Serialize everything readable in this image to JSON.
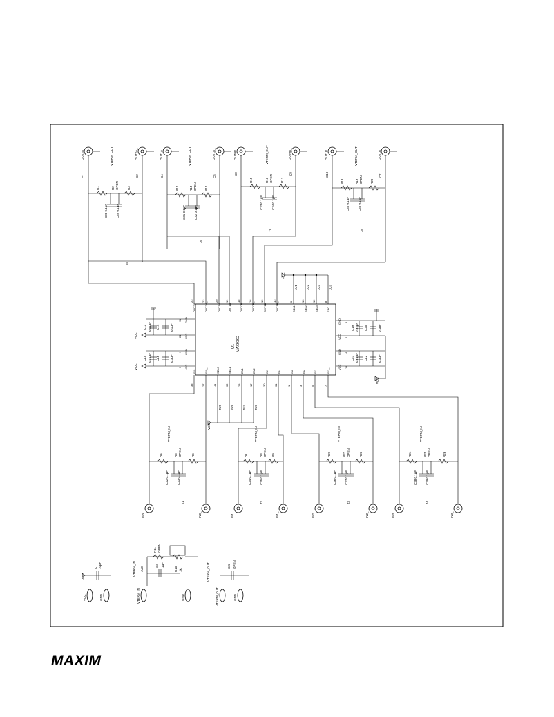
{
  "brand": {
    "logo_text": "MAXIM"
  },
  "ic": {
    "ref": "U1",
    "part": "MAX9392",
    "pins_top": [
      {
        "num": "23",
        "name": "OUT2A"
      },
      {
        "num": "22",
        "name": "OUT2A_"
      },
      {
        "num": "20",
        "name": "OUT1A"
      },
      {
        "num": "19",
        "name": "OUT1A_"
      },
      {
        "num": "18",
        "name": "OUT0B"
      },
      {
        "num": "16",
        "name": "OUT0B_"
      },
      {
        "num": "15",
        "name": "OUT1B"
      },
      {
        "num": "13",
        "name": "OUT1B_"
      },
      {
        "num": "9",
        "name": "SEL1"
      },
      {
        "num": "10",
        "name": "SEL2"
      },
      {
        "num": "12",
        "name": "SEL3"
      },
      {
        "num": "8",
        "name": "EN0"
      }
    ],
    "pins_bottom": [
      {
        "num": "33",
        "name": "IN0"
      },
      {
        "num": "27",
        "name": "IN0_"
      },
      {
        "num": "44",
        "name": "SEL0"
      },
      {
        "num": "32",
        "name": "SEL1"
      },
      {
        "num": "28",
        "name": "EN1"
      },
      {
        "num": "17",
        "name": "EN2"
      },
      {
        "num": "30",
        "name": "IN1"
      },
      {
        "num": "31",
        "name": "IN1_"
      },
      {
        "num": "1",
        "name": "IN2"
      },
      {
        "num": "3",
        "name": "IN2_"
      },
      {
        "num": "5",
        "name": "IN3"
      },
      {
        "num": "7",
        "name": "IN3_"
      }
    ],
    "pins_left": [
      {
        "num": "11",
        "name": "GND"
      },
      {
        "num": "21",
        "name": "VCC"
      },
      {
        "num": "1",
        "name": "GND"
      },
      {
        "num": "9",
        "name": "VCC"
      }
    ],
    "pins_right": [
      {
        "num": "6",
        "name": "GND"
      },
      {
        "num": "2",
        "name": "VCC"
      },
      {
        "num": "4",
        "name": "GND"
      },
      {
        "num": "14",
        "name": "VCC"
      }
    ]
  },
  "power": {
    "vcc": "VCC",
    "gnd": "GND"
  },
  "outputs": [
    {
      "conn_a": "OUT2A",
      "conn_b": "OUT2A_",
      "cap_a": "C1",
      "cap_b": "C2",
      "cap_val": "0.1µF",
      "net": "VTERM_OUT",
      "r_a": "R1",
      "r_b": "R2",
      "r_c": "R3",
      "r_val": "OPEN",
      "cc": "C38 0.1µF",
      "cd": "C39 0.1µF",
      "jumper": "J5"
    },
    {
      "conn_a": "OUT1A",
      "conn_b": "OUT1A_",
      "cap_a": "C4",
      "cap_b": "C5",
      "cap_val": "0.1µF",
      "net": "VTERM_OUT",
      "r_a": "R12",
      "r_b": "R13",
      "r_c": "R14",
      "r_val": "OPEN",
      "cc": "C31 0.1µF",
      "cd": "C32 0.1µF",
      "jumper": "J6"
    },
    {
      "conn_a": "OUT0B",
      "conn_b": "OUT0B_",
      "cap_a": "C8",
      "cap_b": "C9",
      "cap_val": "0.1µF",
      "net": "VTERM_OUT",
      "r_a": "R15",
      "r_b": "R16",
      "r_c": "R17",
      "r_val": "OPEN",
      "cc": "C33 0.1µF",
      "cd": "C34 0.1µF",
      "jumper": "J7"
    },
    {
      "conn_a": "OUT1B",
      "conn_b": "OUT1B_",
      "cap_a": "C10",
      "cap_b": "C11",
      "cap_val": "0.1µF",
      "net": "VTERM_OUT",
      "r_a": "R18",
      "r_b": "R19",
      "r_c": "R20",
      "r_val": "OPEN",
      "cc": "C35 0.1µF",
      "cd": "C36 0.1µF",
      "jumper": "J8"
    }
  ],
  "inputs": [
    {
      "conn_a": "IN0",
      "conn_b": "IN0_",
      "net": "VTERM_IN",
      "r_a": "R4",
      "r_b": "R5",
      "r_c": "R6",
      "r_val": "OPEN",
      "cc": "C22 0.1µF",
      "cd": "C23 0.1µF",
      "jumper": "J1"
    },
    {
      "conn_a": "IN1",
      "conn_b": "IN1_",
      "net": "VTERM_IN",
      "r_a": "R7",
      "r_b": "R8",
      "r_c": "R9",
      "r_val": "OPEN",
      "cc": "C24 0.1µF",
      "cd": "C25 0.1µF",
      "jumper": "J2"
    },
    {
      "conn_a": "IN2",
      "conn_b": "IN2_",
      "net": "VTERM_IN",
      "r_a": "R21",
      "r_b": "R22",
      "r_c": "R23",
      "r_val": "OPEN",
      "cc": "C26 0.1µF",
      "cd": "C27 0.1µF",
      "jumper": "J3"
    },
    {
      "conn_a": "IN3",
      "conn_b": "IN3_",
      "net": "VTERM_IN",
      "r_a": "R24",
      "r_b": "R25",
      "r_c": "R26",
      "r_val": "OPEN",
      "cc": "C28 0.1µF",
      "cd": "C29 0.1µF",
      "jumper": "J4"
    }
  ],
  "sel_jumpers": [
    "JU5",
    "JU6",
    "JU7",
    "JU8"
  ],
  "en_jumpers": [
    "JU1",
    "JU2",
    "JU3",
    "JU4"
  ],
  "decoupling": [
    "C19",
    "C20",
    "C21",
    "C12",
    "C13",
    "C14",
    "C15",
    "C16",
    "C17",
    "C18"
  ],
  "decoupling_vals": [
    "0.01µF",
    "0.1µF"
  ],
  "bottom": {
    "vcc_cap": "C7",
    "vcc_cap_val": "10µF",
    "vterm_in_label": "VTERM_IN",
    "vterm_in_jumper": "JU9",
    "vterm_in_cap": "C3",
    "vterm_in_cap_val": "1µF",
    "pot": "R10",
    "pot_r": "R11",
    "pot_val": "OPEN",
    "pot_pot_val": "1k",
    "vterm_out_label": "VTERM_OUT",
    "vterm_out_cap": "C37",
    "vterm_out_cap_val": "OPEN"
  }
}
